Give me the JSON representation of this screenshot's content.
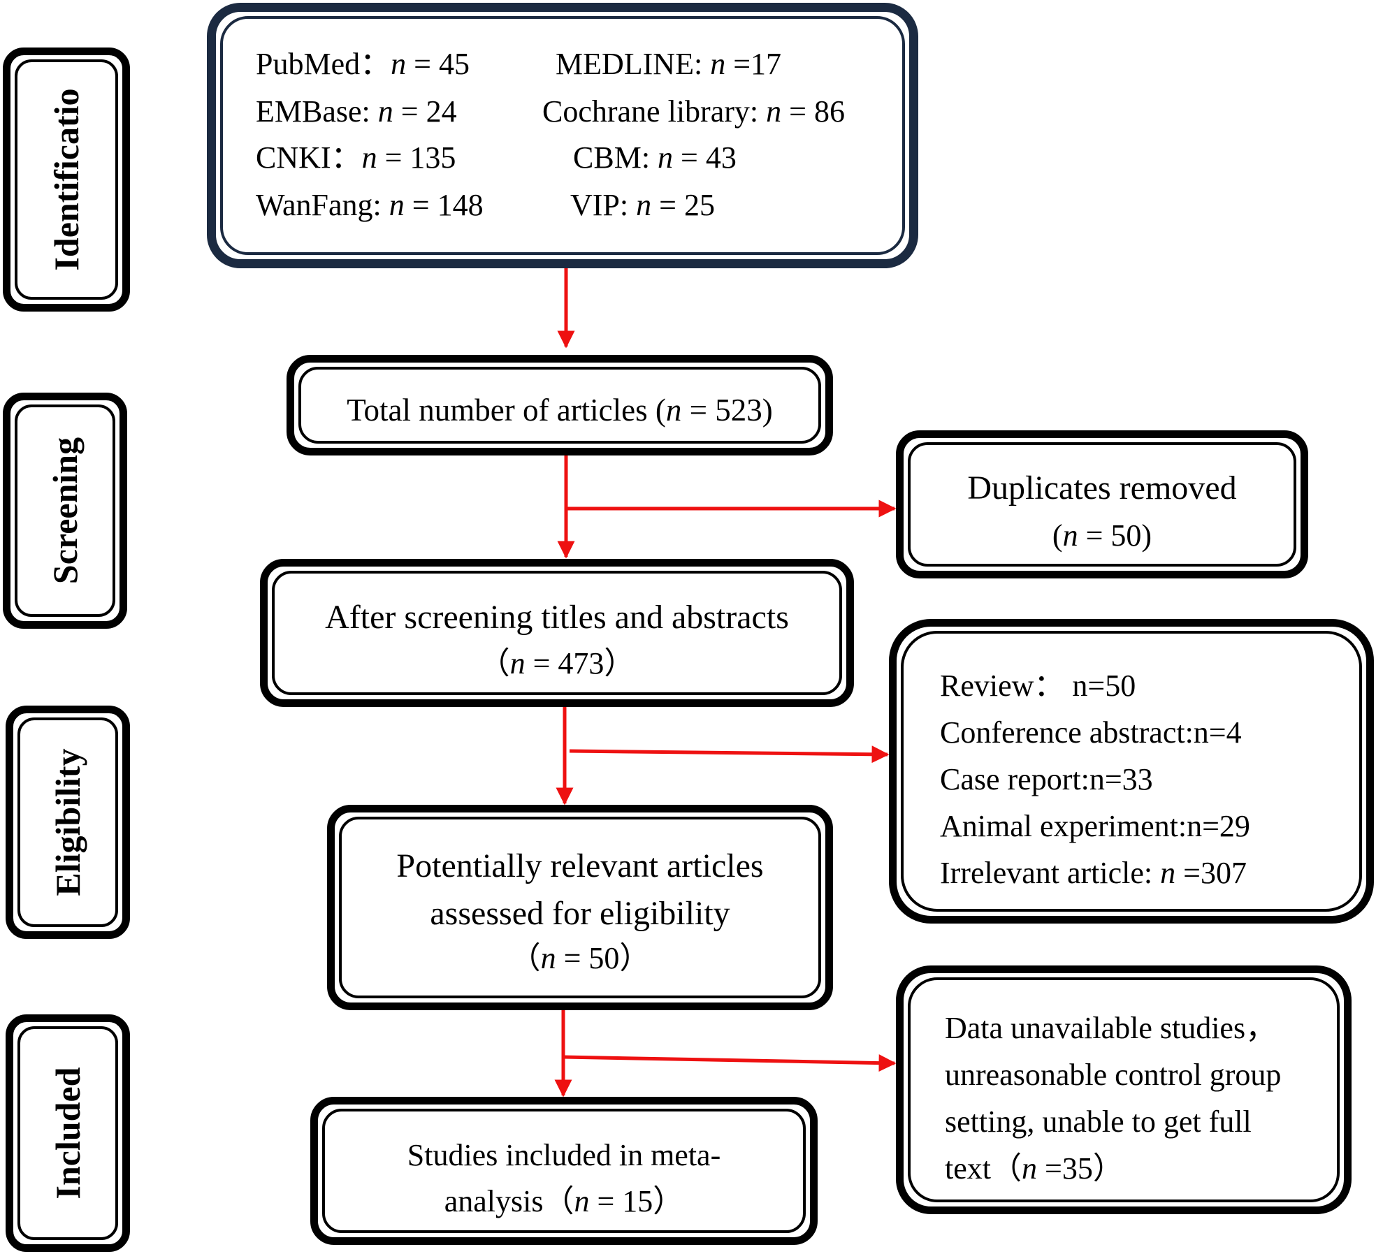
{
  "stages": {
    "identification": "Identificatio",
    "screening": "Screening",
    "eligibility": "Eligibility",
    "included": "Included"
  },
  "sources": [
    {
      "name": "PubMed：",
      "n": "45"
    },
    {
      "name": "MEDLINE: ",
      "n": "17"
    },
    {
      "name": "EMBase: ",
      "n": "24"
    },
    {
      "name": "Cochrane library: ",
      "n": "86"
    },
    {
      "name": "CNKI：",
      "n": "135"
    },
    {
      "name": "CBM: ",
      "n": "43"
    },
    {
      "name": "WanFang: ",
      "n": "148"
    },
    {
      "name": "VIP: ",
      "n": "25"
    }
  ],
  "total": {
    "label": "Total number of articles (",
    "n": "523",
    "close": ")"
  },
  "duplicates": {
    "label": "Duplicates removed",
    "n": "50"
  },
  "after_screening": {
    "label": "After screening titles and abstracts",
    "n": "473"
  },
  "excluded_screening": {
    "review": "Review： n=50",
    "conference": "Conference abstract:n=4",
    "case": "Case report:n=33",
    "animal": "Animal experiment:n=29",
    "irrelevant_label": "Irrelevant article: ",
    "irrelevant_n": "307"
  },
  "eligibility_box": {
    "line1": "Potentially relevant articles",
    "line2": "assessed for eligibility",
    "n": "50"
  },
  "excluded_eligibility": {
    "line1": "Data  unavailable  studies，",
    "line2": "unreasonable  control  group",
    "line3": "setting,  unable  to  get  full",
    "line4_pre": "text（",
    "n": "35"
  },
  "included_box": {
    "line1": "Studies included in meta-",
    "line2_pre": "analysis（",
    "n": "15"
  },
  "colors": {
    "arrow": "#ee1111",
    "navy": "#1b2a41"
  }
}
